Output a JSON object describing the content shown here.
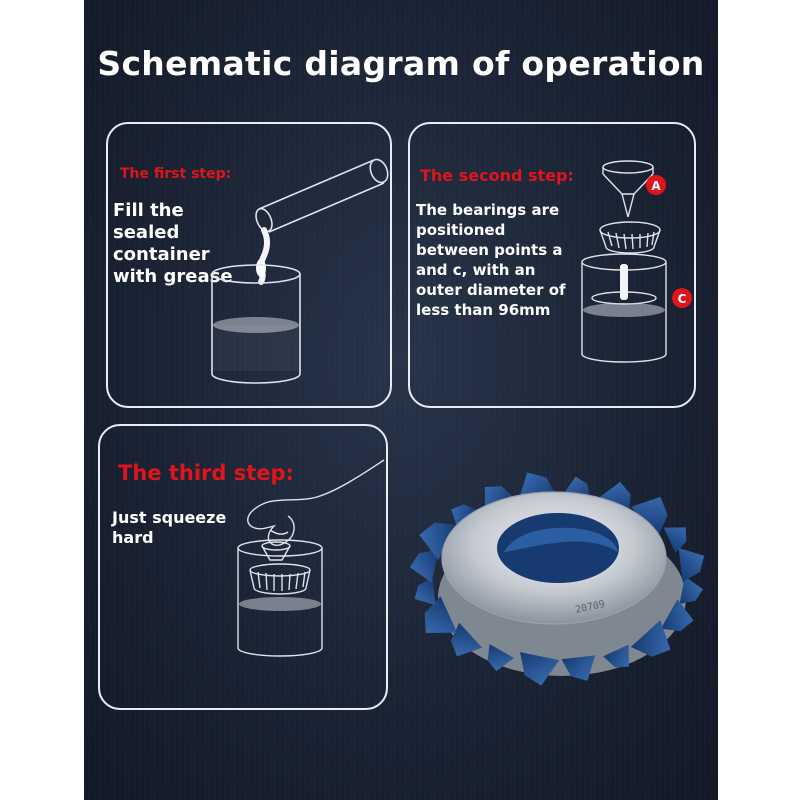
{
  "title": "Schematic diagram of operation",
  "steps": [
    {
      "label": "The first step:",
      "text": "Fill the\nsealed\ncontainer\nwith grease"
    },
    {
      "label": "The second step:",
      "text": "The bearings are\npositioned\nbetween points a\nand c, with an\nouter diameter of\nless than 96mm"
    },
    {
      "label": "The third step:",
      "text": "Just squeeze\nhard"
    }
  ],
  "markers": {
    "a": "A",
    "c": "C"
  },
  "bearing_marking": "20709",
  "colors": {
    "background": "#1a2334",
    "accent_red": "#e0141b",
    "grease_blue": "#1f4f92",
    "panel_border": "#e9edf3"
  }
}
